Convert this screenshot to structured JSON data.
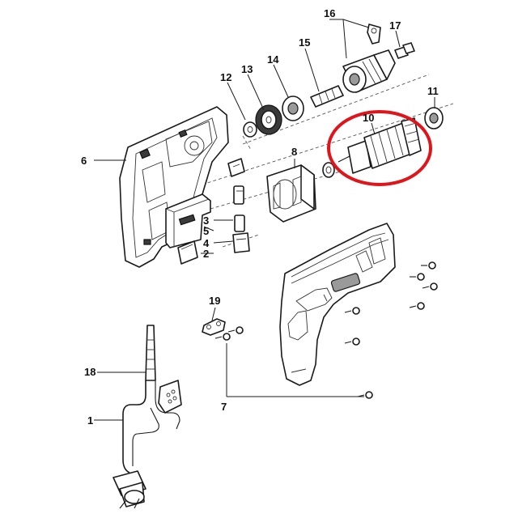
{
  "diagram": {
    "highlight_color": "#e0141b",
    "highlighted_part": "10",
    "callouts": [
      "1",
      "2",
      "3",
      "4",
      "5",
      "6",
      "7",
      "8",
      "10",
      "11",
      "12",
      "13",
      "14",
      "15",
      "16",
      "17",
      "18",
      "19"
    ]
  }
}
